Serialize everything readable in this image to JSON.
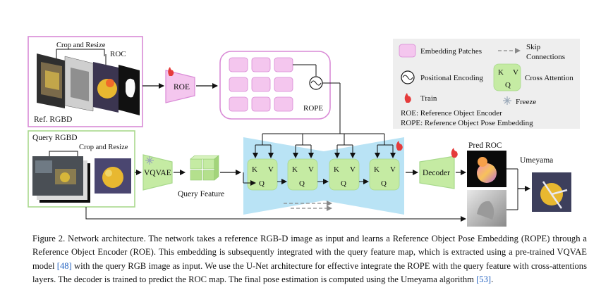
{
  "diagram": {
    "ref_panel": {
      "crop_label": "Crop and Resize",
      "roc_label": "ROC",
      "image_label": "Ref. RGBD"
    },
    "roe_label": "ROE",
    "rope_label": "ROPE",
    "query_panel": {
      "title": "Query RGBD",
      "crop_label": "Crop and Resize"
    },
    "vqvae_label": "VQVAE",
    "query_feature_label": "Query Feature",
    "unet_blocks": [
      {
        "k": "K",
        "v": "V",
        "q": "Q"
      },
      {
        "k": "K",
        "v": "V",
        "q": "Q"
      },
      {
        "k": "K",
        "v": "V",
        "q": "Q"
      },
      {
        "k": "K",
        "v": "V",
        "q": "Q"
      }
    ],
    "decoder_label": "Decoder",
    "pred_roc_label": "Pred ROC",
    "umeyama_label": "Umeyama",
    "legend": {
      "embedding_patches": "Embedding Patches",
      "skip_connections_1": "Skip",
      "skip_connections_2": "Connections",
      "positional_encoding": "Positional Encoding",
      "cross_attention": "Cross Attention",
      "ca_k": "K",
      "ca_v": "V",
      "ca_q": "Q",
      "train": "Train",
      "freeze": "Freeze",
      "roe_def": "ROE: Reference Object Encoder",
      "rope_def": "ROPE: Reference Object Pose Embedding"
    },
    "colors": {
      "pink_border": "#d98ad6",
      "pink_fill": "#f4c6ee",
      "green_border": "#a8d98c",
      "green_fill": "#c5eba3",
      "unet_blue": "#b9e3f5",
      "legend_bg": "#eeeeee"
    }
  },
  "caption": {
    "p1": "Figure 2. Network architecture. The network takes a reference RGB-D image as input and learns a Reference Object Pose Embedding (ROPE) through a Reference Object Encoder (ROE). This embedding is subsequently integrated with the query feature map, which is extracted using a pre-trained VQVAE model ",
    "cite1": "[48]",
    "p2": " with the query RGB image as input. We use the U-Net architecture for effective integrate the ROPE with the query feature with cross-attentions layers. The decoder is trained to predict the ROC map. The final pose estimation is computed using the Umeyama algorithm ",
    "cite2": "[53]",
    "p3": "."
  }
}
